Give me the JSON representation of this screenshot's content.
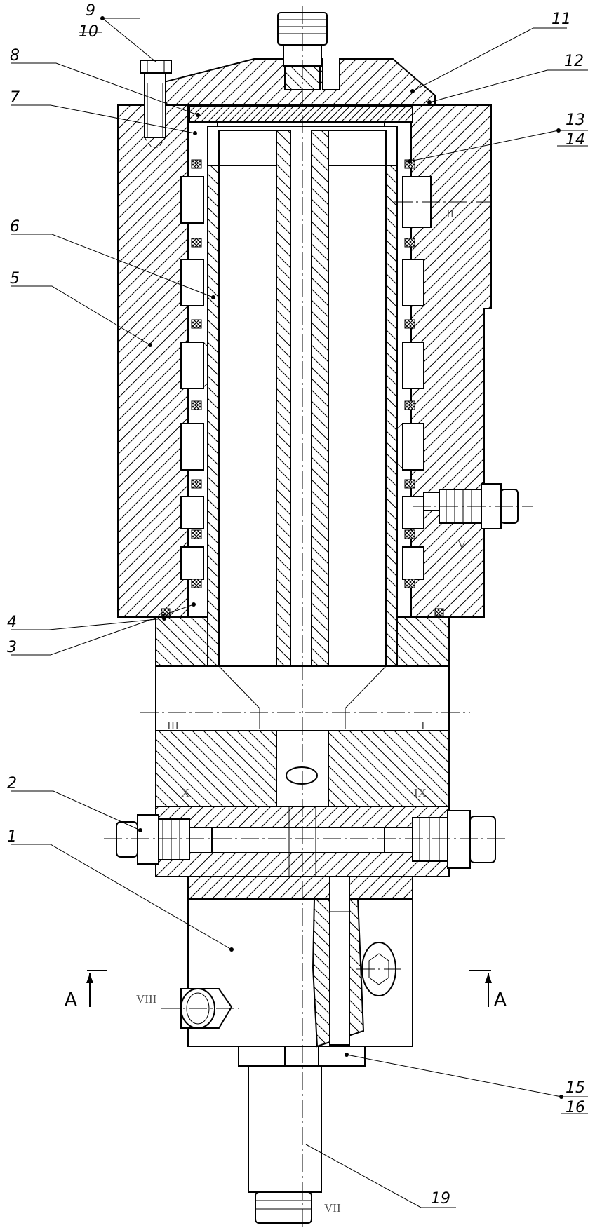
{
  "callouts": [
    {
      "id": "c1",
      "text": "1"
    },
    {
      "id": "c2",
      "text": "2"
    },
    {
      "id": "c3",
      "text": "3"
    },
    {
      "id": "c4",
      "text": "4"
    },
    {
      "id": "c5",
      "text": "5"
    },
    {
      "id": "c6",
      "text": "6"
    },
    {
      "id": "c7",
      "text": "7"
    },
    {
      "id": "c8",
      "text": "8"
    },
    {
      "id": "c9",
      "text": "9"
    },
    {
      "id": "c10",
      "text": "10"
    },
    {
      "id": "c11",
      "text": "11"
    },
    {
      "id": "c12",
      "text": "12"
    },
    {
      "id": "c13",
      "text": "13"
    },
    {
      "id": "c14",
      "text": "14"
    },
    {
      "id": "c15",
      "text": "15"
    },
    {
      "id": "c16",
      "text": "16"
    },
    {
      "id": "c19",
      "text": "19"
    }
  ],
  "ports": {
    "p1": "I",
    "p2": "II",
    "p3": "III",
    "p5": "V",
    "p7": "VII",
    "p8": "VIII",
    "p9": "IX",
    "p10": "X"
  },
  "section_marks": {
    "left": "A",
    "right": "A"
  },
  "colors": {
    "line": "#000000",
    "port_label": "#555555",
    "background": "#ffffff"
  }
}
